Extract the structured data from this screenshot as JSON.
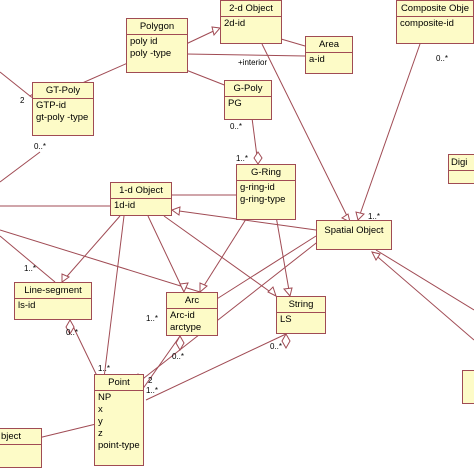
{
  "classes": {
    "polygon": {
      "name": "Polygon",
      "attrs": [
        "poly id",
        "poly -type"
      ]
    },
    "obj2d": {
      "name": "2-d Object",
      "attrs": [
        "2d-id"
      ]
    },
    "area": {
      "name": "Area",
      "attrs": [
        "a-id"
      ]
    },
    "composite": {
      "name": "Composite Obje",
      "attrs": [
        "composite-id"
      ]
    },
    "gtpoly": {
      "name": "GT-Poly",
      "attrs": [
        "GTP-id",
        "gt-poly -type"
      ]
    },
    "gpoly": {
      "name": "G-Poly",
      "attrs": [
        "PG"
      ]
    },
    "digi": {
      "name": "Digi",
      "attrs": []
    },
    "grings": {
      "name": "G-Ring",
      "attrs": [
        "g-ring-id",
        "g-ring-type"
      ]
    },
    "obj1d": {
      "name": "1-d Object",
      "attrs": [
        "1d-id"
      ]
    },
    "spatial": {
      "name": "Spatial Object",
      "attrs": []
    },
    "linesegment": {
      "name": "Line-segment",
      "attrs": [
        "ls-id"
      ]
    },
    "arc": {
      "name": "Arc",
      "attrs": [
        "Arc-id",
        "arctype"
      ]
    },
    "string": {
      "name": "String",
      "attrs": [
        "LS"
      ]
    },
    "point": {
      "name": "Point",
      "attrs": [
        "NP",
        "x",
        "y",
        "z",
        "point-type"
      ]
    },
    "objleft": {
      "name": "bject",
      "attrs": []
    }
  },
  "labels": {
    "interior": "+interior",
    "m_two": "2",
    "m_gtpoly": "0..*",
    "m_gpoly": "0..*",
    "m_composite": "0..*",
    "m_gring_top": "1..*",
    "m_spatial": "1..*",
    "m_ls_left": "1..*",
    "m_ls_bottom": "0..*",
    "m_arc_left": "1..*",
    "m_arc_bottom": "0..*",
    "m_string": "0..*",
    "m_point_top": "1..*",
    "m_point_r1": "2",
    "m_point_r2": "1..*"
  },
  "colors": {
    "line": "#a04b54",
    "fill": "#fdfbc7",
    "text": "#000000"
  }
}
